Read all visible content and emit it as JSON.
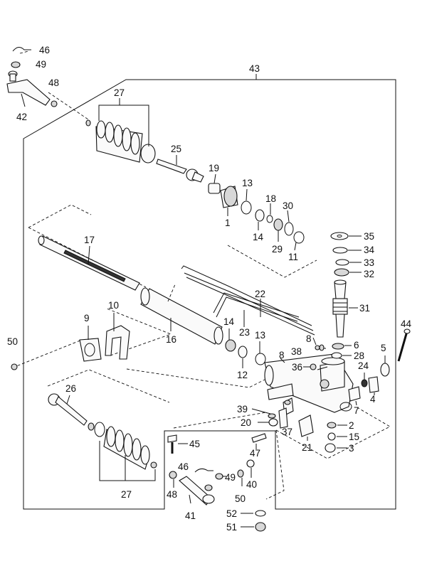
{
  "diagram": {
    "labels": [
      {
        "id": "46a",
        "text": "46"
      },
      {
        "id": "49a",
        "text": "49"
      },
      {
        "id": "48a",
        "text": "48"
      },
      {
        "id": "42",
        "text": "42"
      },
      {
        "id": "43",
        "text": "43"
      },
      {
        "id": "27a",
        "text": "27"
      },
      {
        "id": "25",
        "text": "25"
      },
      {
        "id": "19",
        "text": "19"
      },
      {
        "id": "13a",
        "text": "13"
      },
      {
        "id": "1",
        "text": "1"
      },
      {
        "id": "18",
        "text": "18"
      },
      {
        "id": "30",
        "text": "30"
      },
      {
        "id": "14a",
        "text": "14"
      },
      {
        "id": "29",
        "text": "29"
      },
      {
        "id": "11",
        "text": "11"
      },
      {
        "id": "35",
        "text": "35"
      },
      {
        "id": "34",
        "text": "34"
      },
      {
        "id": "33",
        "text": "33"
      },
      {
        "id": "32",
        "text": "32"
      },
      {
        "id": "31",
        "text": "31"
      },
      {
        "id": "17",
        "text": "17"
      },
      {
        "id": "22",
        "text": "22"
      },
      {
        "id": "14b",
        "text": "14"
      },
      {
        "id": "23",
        "text": "23"
      },
      {
        "id": "13b",
        "text": "13"
      },
      {
        "id": "8a",
        "text": "8"
      },
      {
        "id": "9",
        "text": "9"
      },
      {
        "id": "10",
        "text": "10"
      },
      {
        "id": "16",
        "text": "16"
      },
      {
        "id": "44",
        "text": "44"
      },
      {
        "id": "6",
        "text": "6"
      },
      {
        "id": "5",
        "text": "5"
      },
      {
        "id": "38",
        "text": "38"
      },
      {
        "id": "8b",
        "text": "8"
      },
      {
        "id": "28",
        "text": "28"
      },
      {
        "id": "50a",
        "text": "50"
      },
      {
        "id": "12",
        "text": "12"
      },
      {
        "id": "36",
        "text": "36"
      },
      {
        "id": "24",
        "text": "24"
      },
      {
        "id": "4",
        "text": "4"
      },
      {
        "id": "26",
        "text": "26"
      },
      {
        "id": "7",
        "text": "7"
      },
      {
        "id": "39",
        "text": "39"
      },
      {
        "id": "20",
        "text": "20"
      },
      {
        "id": "2",
        "text": "2"
      },
      {
        "id": "37",
        "text": "37"
      },
      {
        "id": "15",
        "text": "15"
      },
      {
        "id": "21",
        "text": "21"
      },
      {
        "id": "3",
        "text": "3"
      },
      {
        "id": "45",
        "text": "45"
      },
      {
        "id": "47",
        "text": "47"
      },
      {
        "id": "46b",
        "text": "46"
      },
      {
        "id": "49b",
        "text": "49"
      },
      {
        "id": "40",
        "text": "40"
      },
      {
        "id": "48b",
        "text": "48"
      },
      {
        "id": "50b",
        "text": "50"
      },
      {
        "id": "27b",
        "text": "27"
      },
      {
        "id": "41",
        "text": "41"
      },
      {
        "id": "52",
        "text": "52"
      },
      {
        "id": "51",
        "text": "51"
      }
    ]
  }
}
